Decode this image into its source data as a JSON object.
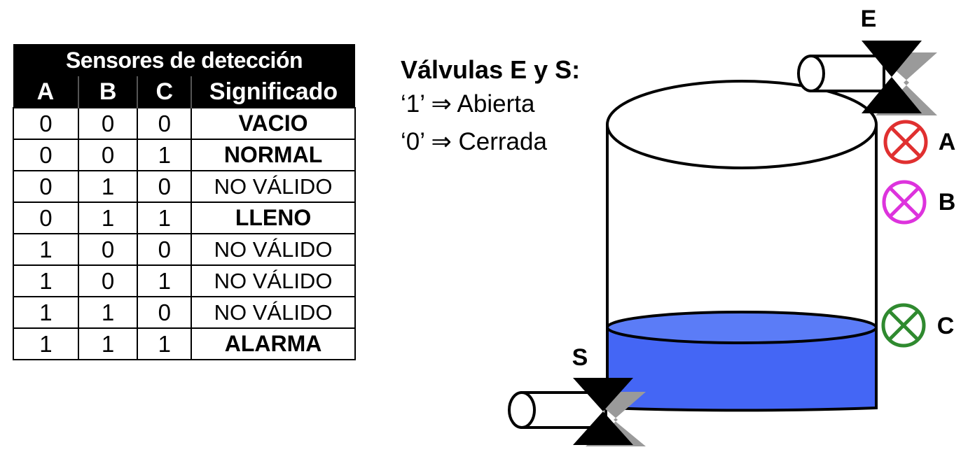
{
  "table": {
    "caption": "Sensores de detección",
    "headers": [
      "A",
      "B",
      "C",
      "Significado"
    ],
    "rows": [
      {
        "a": "0",
        "b": "0",
        "c": "0",
        "meaning": "VACIO",
        "bold": true
      },
      {
        "a": "0",
        "b": "0",
        "c": "1",
        "meaning": "NORMAL",
        "bold": true
      },
      {
        "a": "0",
        "b": "1",
        "c": "0",
        "meaning": "NO VÁLIDO",
        "bold": false
      },
      {
        "a": "0",
        "b": "1",
        "c": "1",
        "meaning": "LLENO",
        "bold": true
      },
      {
        "a": "1",
        "b": "0",
        "c": "0",
        "meaning": "NO VÁLIDO",
        "bold": false
      },
      {
        "a": "1",
        "b": "0",
        "c": "1",
        "meaning": "NO VÁLIDO",
        "bold": false
      },
      {
        "a": "1",
        "b": "1",
        "c": "0",
        "meaning": "NO VÁLIDO",
        "bold": false
      },
      {
        "a": "1",
        "b": "1",
        "c": "1",
        "meaning": "ALARMA",
        "bold": true
      }
    ]
  },
  "legend": {
    "title": "Válvulas E y S:",
    "open": "‘1’ ⇒ Abierta",
    "closed": "‘0’ ⇒ Cerrada"
  },
  "diagram": {
    "valve_in_label": "E",
    "valve_out_label": "S",
    "sensor_a_label": "A",
    "sensor_b_label": "B",
    "sensor_c_label": "C",
    "colors": {
      "liquid": "#4466f5",
      "liquid_surface": "#5b7cf7",
      "sensor_a": "#e03030",
      "sensor_b": "#dd33dd",
      "sensor_c": "#2f8a2f",
      "valve": "#000000",
      "valve_shadow": "#9a9a9a"
    }
  }
}
